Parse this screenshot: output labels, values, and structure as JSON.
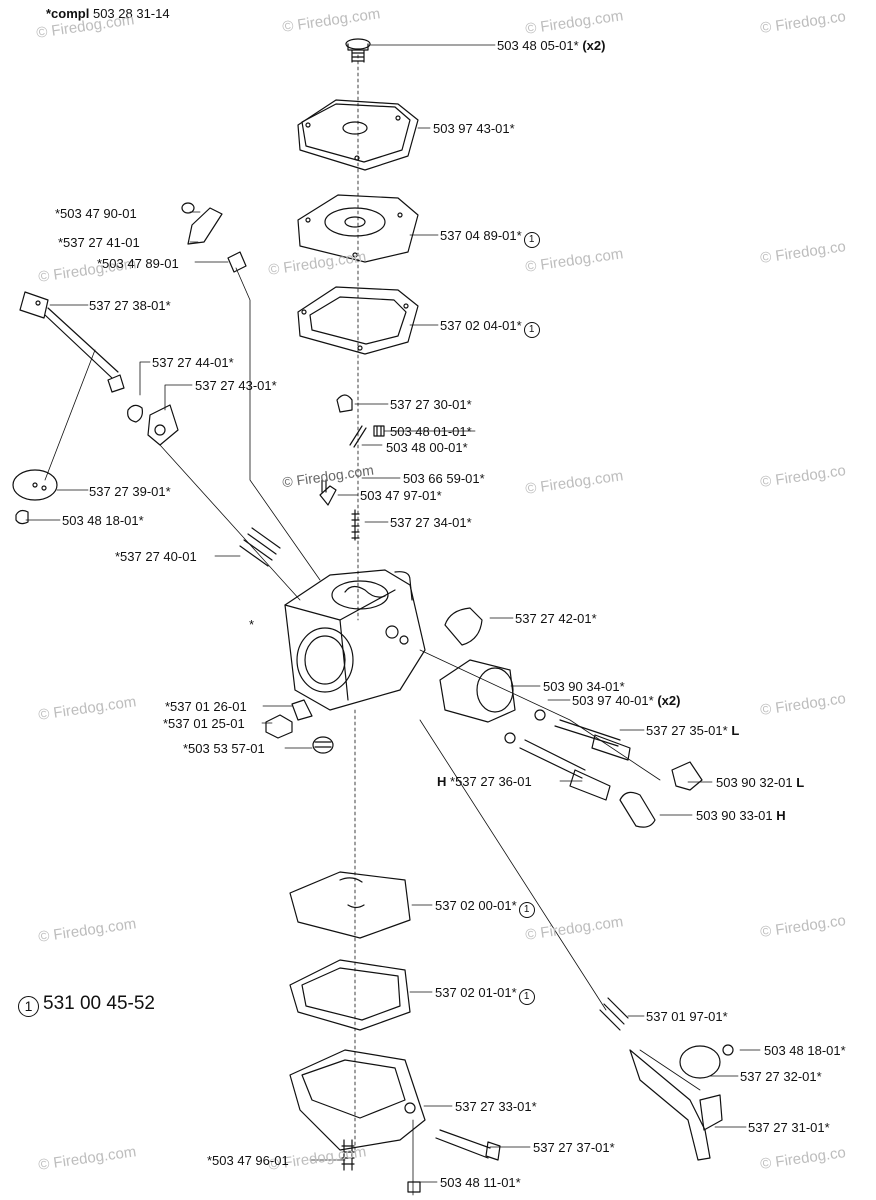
{
  "header": {
    "compl_prefix": "*compl",
    "compl_number": "503 28 31-14"
  },
  "kit": {
    "marker": "1",
    "number": "531 00 45-52"
  },
  "watermark": "© Firedog.com",
  "watermark_cut": "© Firedog.co",
  "watermark_center": "© Firedog.com",
  "labels": [
    {
      "text": "503 48 05-01*",
      "suffix": "(x2)",
      "circle": ""
    },
    {
      "text": "503 97 43-01*",
      "suffix": "",
      "circle": ""
    },
    {
      "text": "*503 47 90-01",
      "suffix": "",
      "circle": ""
    },
    {
      "text": "*537 27 41-01",
      "suffix": "",
      "circle": ""
    },
    {
      "text": "537 04 89-01*",
      "suffix": "",
      "circle": "1"
    },
    {
      "text": "*503 47 89-01",
      "suffix": "",
      "circle": ""
    },
    {
      "text": "537 27 38-01*",
      "suffix": "",
      "circle": ""
    },
    {
      "text": "537 02 04-01*",
      "suffix": "",
      "circle": "1"
    },
    {
      "text": "537 27 44-01*",
      "suffix": "",
      "circle": ""
    },
    {
      "text": "537 27 43-01*",
      "suffix": "",
      "circle": ""
    },
    {
      "text": "537 27 30-01*",
      "suffix": "",
      "circle": ""
    },
    {
      "text": "503 48 01-01*",
      "suffix": "",
      "circle": ""
    },
    {
      "text": "503 48 00-01*",
      "suffix": "",
      "circle": ""
    },
    {
      "text": "503 66 59-01*",
      "suffix": "",
      "circle": ""
    },
    {
      "text": "537 27 39-01*",
      "suffix": "",
      "circle": ""
    },
    {
      "text": "503 47 97-01*",
      "suffix": "",
      "circle": ""
    },
    {
      "text": "503 48 18-01*",
      "suffix": "",
      "circle": ""
    },
    {
      "text": "537 27 34-01*",
      "suffix": "",
      "circle": ""
    },
    {
      "text": "*537 27 40-01",
      "suffix": "",
      "circle": ""
    },
    {
      "text": "*",
      "suffix": "",
      "circle": ""
    },
    {
      "text": "537 27 42-01*",
      "suffix": "",
      "circle": ""
    },
    {
      "text": "503 90 34-01*",
      "suffix": "",
      "circle": ""
    },
    {
      "text": "*537 01 26-01",
      "suffix": "",
      "circle": ""
    },
    {
      "text": "503 97 40-01*",
      "suffix": "(x2)",
      "circle": ""
    },
    {
      "text": "*537 01 25-01",
      "suffix": "",
      "circle": ""
    },
    {
      "text": "537 27 35-01*",
      "suffix": "L",
      "circle": ""
    },
    {
      "text": "*503 53 57-01",
      "suffix": "",
      "circle": ""
    },
    {
      "text": "*537 27 36-01",
      "prefix": "H",
      "suffix": "",
      "circle": ""
    },
    {
      "text": "503 90 32-01",
      "suffix": "L",
      "circle": ""
    },
    {
      "text": "503 90 33-01",
      "suffix": "H",
      "circle": ""
    },
    {
      "text": "537 02 00-01*",
      "suffix": "",
      "circle": "1"
    },
    {
      "text": "537 02 01-01*",
      "suffix": "",
      "circle": "1"
    },
    {
      "text": "537 01 97-01*",
      "suffix": "",
      "circle": ""
    },
    {
      "text": "503 48 18-01*",
      "suffix": "",
      "circle": ""
    },
    {
      "text": "537 27 32-01*",
      "suffix": "",
      "circle": ""
    },
    {
      "text": "537 27 33-01*",
      "suffix": "",
      "circle": ""
    },
    {
      "text": "537 27 31-01*",
      "suffix": "",
      "circle": ""
    },
    {
      "text": "*503 47 96-01",
      "suffix": "",
      "circle": ""
    },
    {
      "text": "537 27 37-01*",
      "suffix": "",
      "circle": ""
    },
    {
      "text": "503 48 11-01*",
      "suffix": "",
      "circle": ""
    }
  ]
}
